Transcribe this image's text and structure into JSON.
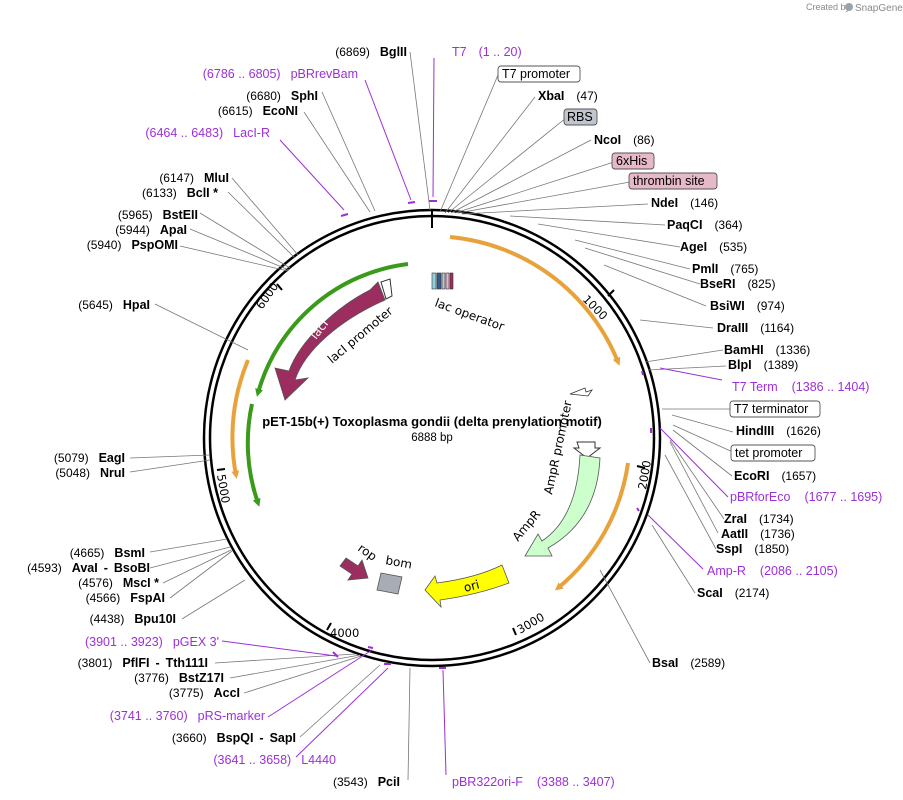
{
  "credit": {
    "created_by": "Created by",
    "brand": "SnapGene"
  },
  "plasmid": {
    "name": "pET-15b(+) Toxoplasma gondii (delta prenylation motif)",
    "size": "6888 bp"
  },
  "ticks": [
    "1000",
    "2000",
    "3000",
    "4000",
    "5000",
    "6000"
  ],
  "enzymes_right": [
    {
      "name": "XbaI",
      "pos": "(47)"
    },
    {
      "name": "NcoI",
      "pos": "(86)"
    },
    {
      "name": "NdeI",
      "pos": "(146)"
    },
    {
      "name": "PaqCI",
      "pos": "(364)"
    },
    {
      "name": "AgeI",
      "pos": "(535)"
    },
    {
      "name": "PmlI",
      "pos": "(765)"
    },
    {
      "name": "BseRI",
      "pos": "(825)"
    },
    {
      "name": "BsiWI",
      "pos": "(974)"
    },
    {
      "name": "DraIII",
      "pos": "(1164)"
    },
    {
      "name": "BamHI",
      "pos": "(1336)"
    },
    {
      "name": "BlpI",
      "pos": "(1389)"
    },
    {
      "name": "HindIII",
      "pos": "(1626)"
    },
    {
      "name": "EcoRI",
      "pos": "(1657)"
    },
    {
      "name": "ZraI",
      "pos": "(1734)"
    },
    {
      "name": "AatII",
      "pos": "(1736)"
    },
    {
      "name": "SspI",
      "pos": "(1850)"
    },
    {
      "name": "ScaI",
      "pos": "(2174)"
    },
    {
      "name": "BsaI",
      "pos": "(2589)"
    },
    {
      "name": "PciI",
      "pos": "(3543)"
    }
  ],
  "enzymes_left": [
    {
      "name": "BglII",
      "pos": "(6869)"
    },
    {
      "name": "SphI",
      "pos": "(6680)"
    },
    {
      "name": "EcoNI",
      "pos": "(6615)"
    },
    {
      "name": "MluI",
      "pos": "(6147)"
    },
    {
      "name": "BclI *",
      "pos": "(6133)"
    },
    {
      "name": "BstEII",
      "pos": "(5965)"
    },
    {
      "name": "ApaI",
      "pos": "(5944)"
    },
    {
      "name": "PspOMI",
      "pos": "(5940)"
    },
    {
      "name": "HpaI",
      "pos": "(5645)"
    },
    {
      "name": "EagI",
      "pos": "(5079)"
    },
    {
      "name": "NruI",
      "pos": "(5048)"
    },
    {
      "name": "BsmI",
      "pos": "(4665)"
    },
    {
      "name": "AvaI",
      "pos": "(4593)",
      "name2": "BsoBI"
    },
    {
      "name": "MscI *",
      "pos": "(4576)"
    },
    {
      "name": "FspAI",
      "pos": "(4566)"
    },
    {
      "name": "Bpu10I",
      "pos": "(4438)"
    },
    {
      "name": "PflFI",
      "pos": "(3801)",
      "name2": "Tth111I"
    },
    {
      "name": "BstZ17I",
      "pos": "(3776)"
    },
    {
      "name": "AccI",
      "pos": "(3775)"
    },
    {
      "name": "BspQI",
      "pos": "(3660)",
      "name2": "SapI"
    }
  ],
  "primers": [
    {
      "name": "T7",
      "range": "(1 .. 20)"
    },
    {
      "name": "pBRrevBam",
      "range": "(6786 .. 6805)"
    },
    {
      "name": "LacI-R",
      "range": "(6464 .. 6483)"
    },
    {
      "name": "T7 Term",
      "range": "(1386 .. 1404)"
    },
    {
      "name": "pBRforEco",
      "range": "(1677 .. 1695)"
    },
    {
      "name": "Amp-R",
      "range": "(2086 .. 2105)"
    },
    {
      "name": "pGEX 3'",
      "range": "(3901 .. 3923)"
    },
    {
      "name": "pRS-marker",
      "range": "(3741 .. 3760)"
    },
    {
      "name": "L4440",
      "range": "(3641 .. 3658)"
    },
    {
      "name": "pBR322ori-F",
      "range": "(3388 .. 3407)"
    }
  ],
  "feature_boxes": [
    {
      "name": "T7 promoter"
    },
    {
      "name": "RBS"
    },
    {
      "name": "6xHis"
    },
    {
      "name": "thrombin site"
    },
    {
      "name": "T7 terminator"
    },
    {
      "name": "tet promoter"
    }
  ],
  "features": {
    "lacI": "lacI",
    "lacI_promoter": "lacI promoter",
    "lac_operator": "lac operator",
    "AmpR_promoter": "AmpR promoter",
    "AmpR": "AmpR",
    "ori": "ori",
    "rop": "rop",
    "bom": "bom"
  },
  "colors": {
    "lacI": "#9b2e5e",
    "AmpR": "#ccffcc",
    "ori": "#ffff00",
    "orf_arc": "#e8a23c",
    "green_arc": "#3a9a1a",
    "primer": "#9b30d6",
    "rbs_box": "#c0c4cc",
    "his_box": "#e6b8c8"
  }
}
